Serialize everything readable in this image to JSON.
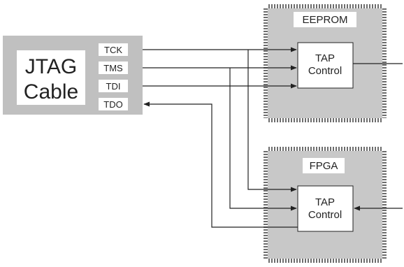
{
  "cable": {
    "title_line1": "JTAG",
    "title_line2": "Cable",
    "pins": [
      "TCK",
      "TMS",
      "TDI",
      "TDO"
    ]
  },
  "chips": [
    {
      "name": "EEPROM",
      "tap_line1": "TAP",
      "tap_line2": "Control"
    },
    {
      "name": "FPGA",
      "tap_line1": "TAP",
      "tap_line2": "Control"
    }
  ],
  "colors": {
    "chip_fill": "#c8c8c8",
    "cable_fill": "#c0c0c0",
    "box_fill": "#ffffff",
    "line": "#222222"
  }
}
